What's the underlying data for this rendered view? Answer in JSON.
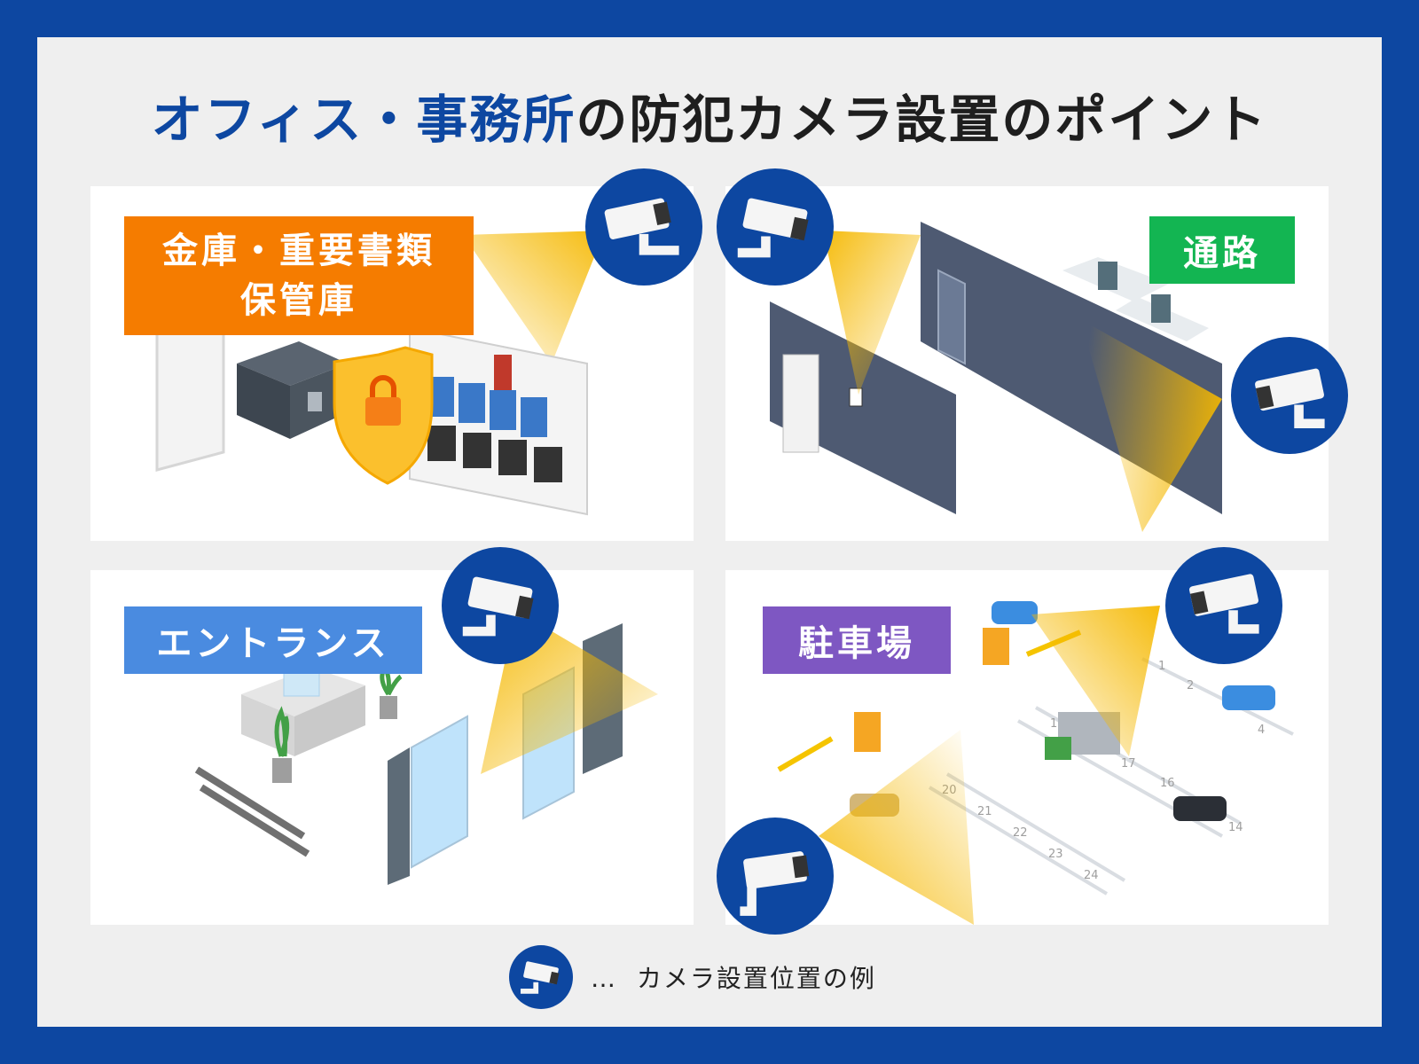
{
  "title": {
    "accent": "オフィス・事務所",
    "rest": "の防犯カメラ設置のポイント"
  },
  "panels": {
    "safe": {
      "line1": "金庫・重要書類",
      "line2": "保管庫"
    },
    "aisle": {
      "label": "通路"
    },
    "entrance": {
      "label": "エントランス"
    },
    "parking": {
      "label": "駐車場",
      "space_numbers": [
        "1",
        "2",
        "4",
        "14",
        "16",
        "17",
        "19",
        "20",
        "21",
        "22",
        "23",
        "24"
      ]
    }
  },
  "legend": {
    "ellipsis": "…",
    "text": "カメラ設置位置の例",
    "icon": "security-camera-icon"
  },
  "colors": {
    "frame": "#0d47a1",
    "background": "#efefef",
    "safe": "#f57c00",
    "aisle": "#13b552",
    "entrance": "#4a8be0",
    "parking": "#7e57c2",
    "beam": "#f5b800"
  }
}
